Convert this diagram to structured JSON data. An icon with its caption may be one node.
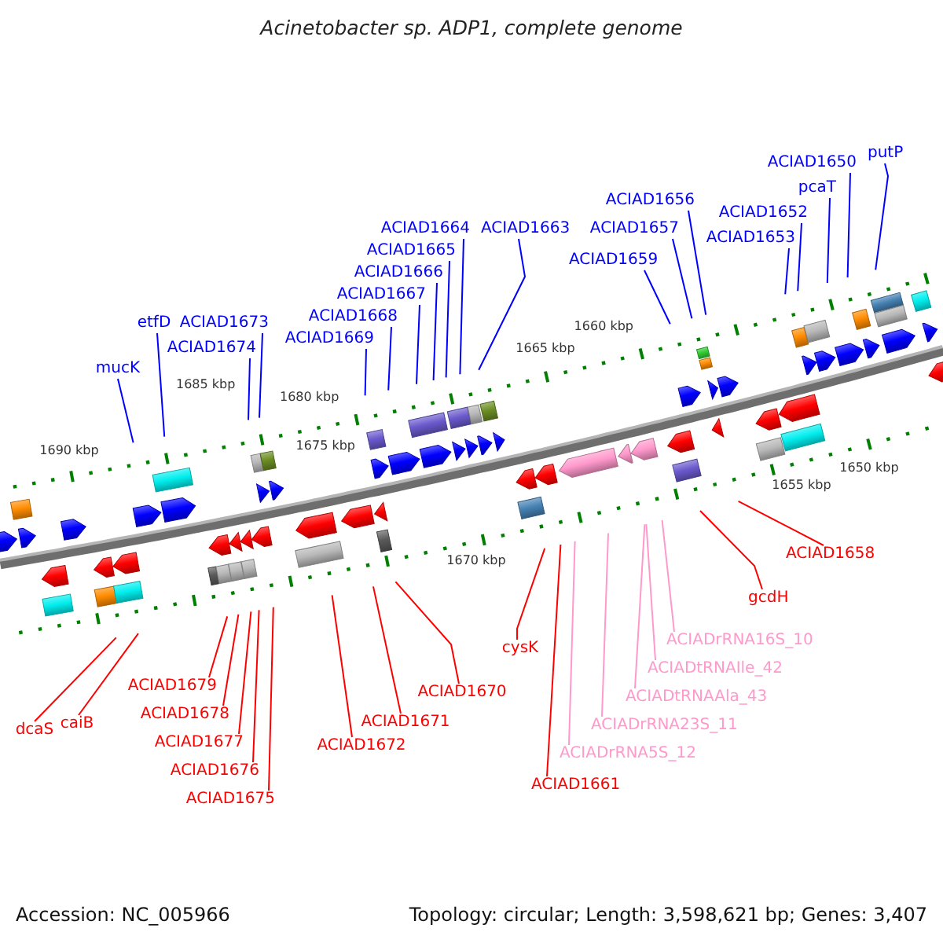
{
  "diagram": {
    "title": "Acinetobacter sp. ADP1, complete genome",
    "nodes": [
      {
        "text": [
          "ACIAD1650"
        ]
      },
      {
        "text": [
          "ACIAD1652"
        ]
      },
      {
        "text": [
          "putP"
        ]
      },
      {
        "text": [
          "pcaT"
        ]
      },
      {
        "text": [
          "ACIAD1668"
        ]
      },
      {
        "text": [
          "ACIAD1656"
        ]
      },
      {
        "text": [
          "ACIAD1666"
        ]
      },
      {
        "text": [
          "ACIAD1653"
        ]
      },
      {
        "text": [
          "ACIAD1665"
        ]
      },
      {
        "text": [
          "ACIAD1657"
        ]
      },
      {
        "text": [
          "ACIAD1663"
        ]
      },
      {
        "text": [
          "ACIAD1659"
        ]
      },
      {
        "text": [
          "ACIAD1667"
        ]
      },
      {
        "text": [
          "ACIAD1664"
        ]
      },
      {
        "text": [
          "ACIAD1669"
        ]
      },
      {
        "text": [
          "ACIAD1673"
        ]
      },
      {
        "text": [
          "etfD"
        ]
      },
      {
        "text": [
          "ACIAD1674"
        ]
      },
      {
        "text": [
          "mucK"
        ]
      },
      {
        "text": [
          "ACIAD1658"
        ]
      },
      {
        "text": [
          "gcdH"
        ]
      },
      {
        "text": [
          "cysK"
        ]
      },
      {
        "text": [
          "ACIADrRNA16S_10"
        ]
      },
      {
        "text": [
          "ACIADtRNAIle_42"
        ]
      },
      {
        "text": [
          "ACIAD1670"
        ]
      },
      {
        "text": [
          "ACIAD1678"
        ]
      },
      {
        "text": [
          "ACIADtRNAAla_43"
        ]
      },
      {
        "text": [
          "ACIAD1679"
        ]
      },
      {
        "text": [
          "ACIAD1675"
        ]
      },
      {
        "text": [
          "ACIAD1671"
        ]
      },
      {
        "text": [
          "ACIADrRNA23S_11"
        ]
      },
      {
        "text": [
          "dcaS"
        ]
      },
      {
        "text": [
          "caiB"
        ]
      },
      {
        "text": [
          "ACIAD1672"
        ]
      },
      {
        "text": [
          "ACIADrRNA5S_12"
        ]
      },
      {
        "text": [
          "ACIAD1676"
        ]
      },
      {
        "text": [
          "ACIAD1661"
        ]
      },
      {
        "text": [
          "ACIAD1677"
        ]
      }
    ],
    "edges": [
      {
        "from": 0,
        "to": null,
        "arrow": "none"
      },
      {
        "from": 1,
        "to": null,
        "arrow": "none"
      },
      {
        "from": 2,
        "to": null,
        "arrow": "none"
      },
      {
        "from": 3,
        "to": null,
        "arrow": "none"
      },
      {
        "from": 4,
        "to": null,
        "arrow": "none"
      },
      {
        "from": 5,
        "to": null,
        "arrow": "none"
      },
      {
        "from": 6,
        "to": null,
        "arrow": "none"
      },
      {
        "from": 7,
        "to": null,
        "arrow": "none"
      },
      {
        "from": 8,
        "to": null,
        "arrow": "none"
      },
      {
        "from": 9,
        "to": null,
        "arrow": "none"
      },
      {
        "from": 10,
        "to": null,
        "arrow": "none"
      },
      {
        "from": 11,
        "to": null,
        "arrow": "none"
      },
      {
        "from": 12,
        "to": null,
        "arrow": "none"
      },
      {
        "from": 13,
        "to": null,
        "arrow": "none"
      },
      {
        "from": 14,
        "to": null,
        "arrow": "none"
      },
      {
        "from": 15,
        "to": null,
        "arrow": "none"
      },
      {
        "from": 16,
        "to": null,
        "arrow": "none"
      },
      {
        "from": 17,
        "to": null,
        "arrow": "none"
      },
      {
        "from": 18,
        "to": null,
        "arrow": "none"
      },
      {
        "from": 19,
        "to": null,
        "arrow": "none",
        "color": "#ff0000"
      },
      {
        "from": 20,
        "to": null,
        "arrow": "none",
        "color": "#ff0000"
      },
      {
        "from": 21,
        "to": null,
        "arrow": "none",
        "color": "#ff0000"
      },
      {
        "from": 22,
        "to": null,
        "arrow": "none",
        "color": "#ff99cc"
      },
      {
        "from": 23,
        "to": null,
        "arrow": "none",
        "color": "#ff99cc"
      },
      {
        "from": 24,
        "to": null,
        "arrow": "none",
        "color": "#ff0000"
      },
      {
        "from": 25,
        "to": null,
        "arrow": "none",
        "color": "#ff0000"
      },
      {
        "from": 26,
        "to": null,
        "arrow": "none",
        "color": "#ff99cc"
      },
      {
        "from": 27,
        "to": null,
        "arrow": "none",
        "color": "#ff0000"
      },
      {
        "from": 28,
        "to": null,
        "arrow": "none",
        "color": "#ff0000"
      },
      {
        "from": 29,
        "to": null,
        "arrow": "none",
        "color": "#ff0000"
      },
      {
        "from": 30,
        "to": null,
        "arrow": "none",
        "color": "#ff99cc"
      },
      {
        "from": 31,
        "to": null,
        "arrow": "none",
        "color": "#ff0000"
      },
      {
        "from": 32,
        "to": null,
        "arrow": "none",
        "color": "#ff0000"
      },
      {
        "from": 33,
        "to": null,
        "arrow": "none",
        "color": "#ff0000"
      },
      {
        "from": 34,
        "to": null,
        "arrow": "none",
        "color": "#ff99cc"
      },
      {
        "from": 35,
        "to": null,
        "arrow": "none",
        "color": "#ff0000"
      },
      {
        "from": 36,
        "to": null,
        "arrow": "none",
        "color": "#ff0000"
      },
      {
        "from": 37,
        "to": null,
        "arrow": "none",
        "color": "#ff0000"
      }
    ],
    "labels": [
      "1690 kbp",
      "1685 kbp",
      "1680 kbp",
      "1675 kbp",
      "1670 kbp",
      "1665 kbp",
      "1660 kbp",
      "1655 kbp",
      "1650 kbp",
      "Accession: NC_005966",
      "Topology: circular; Length: 3,598,621 bp; Genes: 3,407"
    ]
  }
}
